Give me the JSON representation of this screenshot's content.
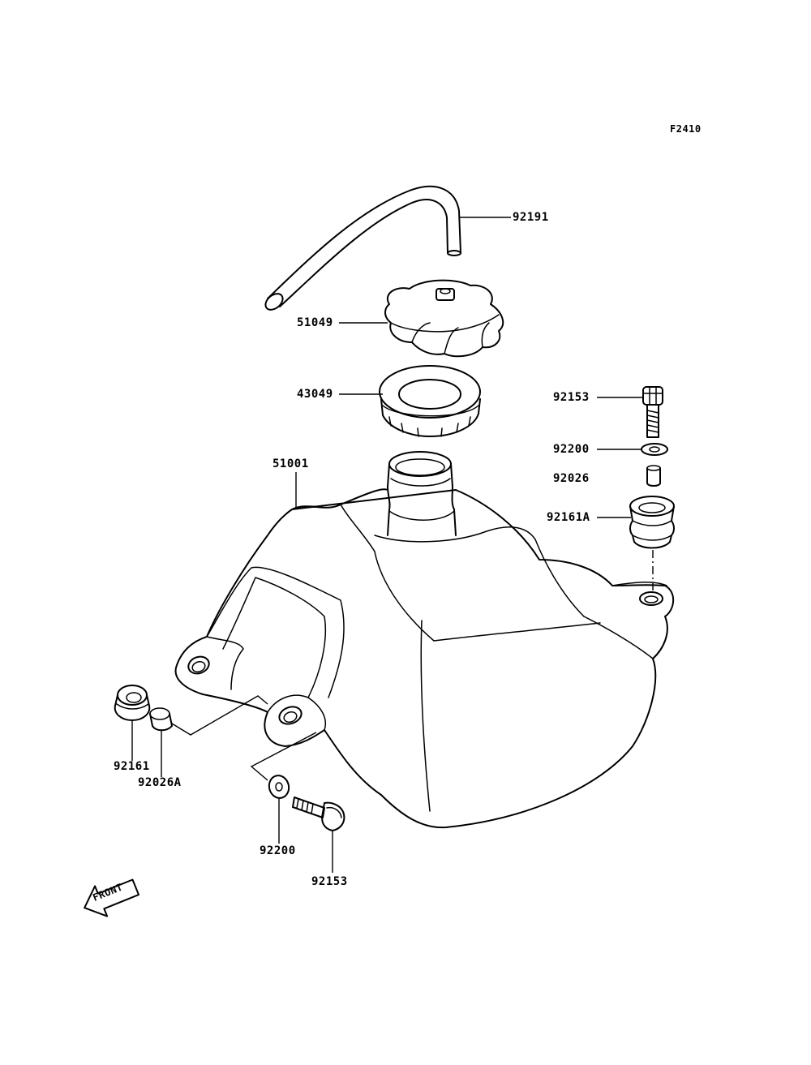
{
  "figure_code": "F2410",
  "parts": [
    {
      "number": "92191"
    },
    {
      "number": "51049"
    },
    {
      "number": "43049"
    },
    {
      "number": "92153"
    },
    {
      "number": "92200"
    },
    {
      "number": "92026"
    },
    {
      "number": "92161A"
    },
    {
      "number": "51001"
    },
    {
      "number": "92161"
    },
    {
      "number": "92026A"
    },
    {
      "number": "92200"
    },
    {
      "number": "92153"
    }
  ],
  "front_arrow": {
    "text": "FRONT",
    "icon": "front-arrow-icon"
  }
}
